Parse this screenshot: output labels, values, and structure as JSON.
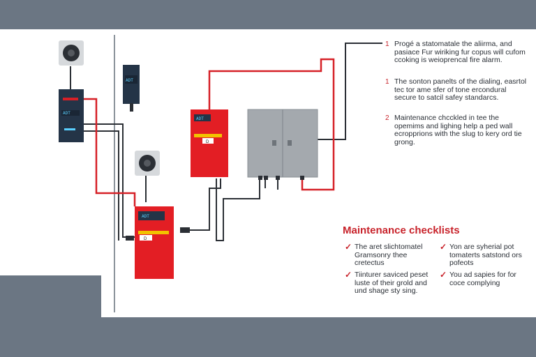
{
  "notes": [
    {
      "num": "1",
      "text": "Progé a statomatale the aliirma, and pasiace Fur wiriking fur copus will cufom ccoking is weioprencal fire alarm."
    },
    {
      "num": "1",
      "text": "The sonton panelts of the dialing, easrtol tec tor ame sfer of tone ercondural secure to satcil safey standarcs."
    },
    {
      "num": "2",
      "text": "Maintenance chcckled in tee the opemims and lighing help a ped wall ecropprions with the slug to kery ord tie grong."
    }
  ],
  "checklist": {
    "title": "Maintenance checklists",
    "items": [
      {
        "text": "The aret slichtomatel Gramsonry thee cretectus"
      },
      {
        "text": "Yon are syherial pot tomaterts satstond ors pofeots"
      },
      {
        "text": "Tiinturer saviced peset luste of their grold and und shage sty sing."
      },
      {
        "text": "You ad sapies for for coce complying"
      }
    ]
  },
  "devices": {
    "panel_small_screen": "ADT",
    "panel_mid_screen": "ADT",
    "panel_red_top_screen": "ADT",
    "panel_red_bottom_screen": "ADT",
    "red_panel_label": "D"
  },
  "colors": {
    "accent_red": "#c8232b",
    "panel_dark": "#243447",
    "cabinet_gray": "#a4a9ae",
    "background_gray": "#6b7683"
  }
}
